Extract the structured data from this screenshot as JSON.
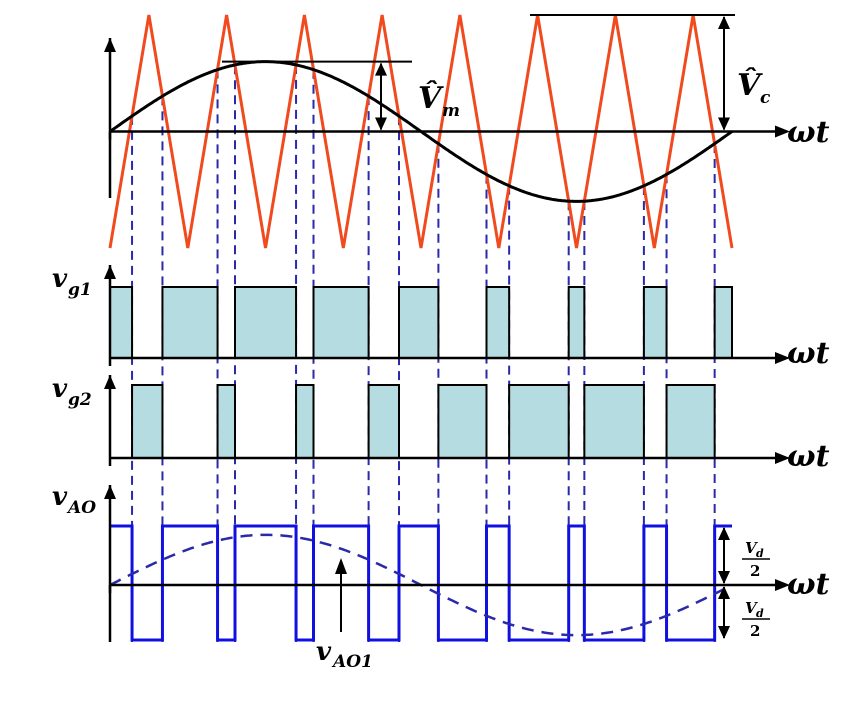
{
  "labels": {
    "omega_t_1": "ωt",
    "omega_t_2": "ωt",
    "omega_t_3": "ωt",
    "omega_t_4": "ωt",
    "vm_hat": "V̂",
    "vm_sub": "m",
    "vc_hat": "V̂",
    "vc_sub": "c",
    "vg1_main": "v",
    "vg1_sub": "g1",
    "vg2_main": "v",
    "vg2_sub": "g2",
    "vao_main": "v",
    "vao_sub": "AO",
    "vao1_main": "v",
    "vao1_sub": "AO1",
    "vd_top_num": "V",
    "vd_top_num_sub": "d",
    "vd_top_den": "2",
    "vd_bot_num": "V",
    "vd_bot_num_sub": "d",
    "vd_bot_den": "2"
  },
  "colors": {
    "carrier": "#f04a1e",
    "modulating": "#000000",
    "gate_fill": "#b5dce0",
    "output": "#1010e0",
    "dashed": "#2a2aa8"
  },
  "waveform": {
    "carrier_peaks": 8,
    "modulation_index": 0.6
  }
}
